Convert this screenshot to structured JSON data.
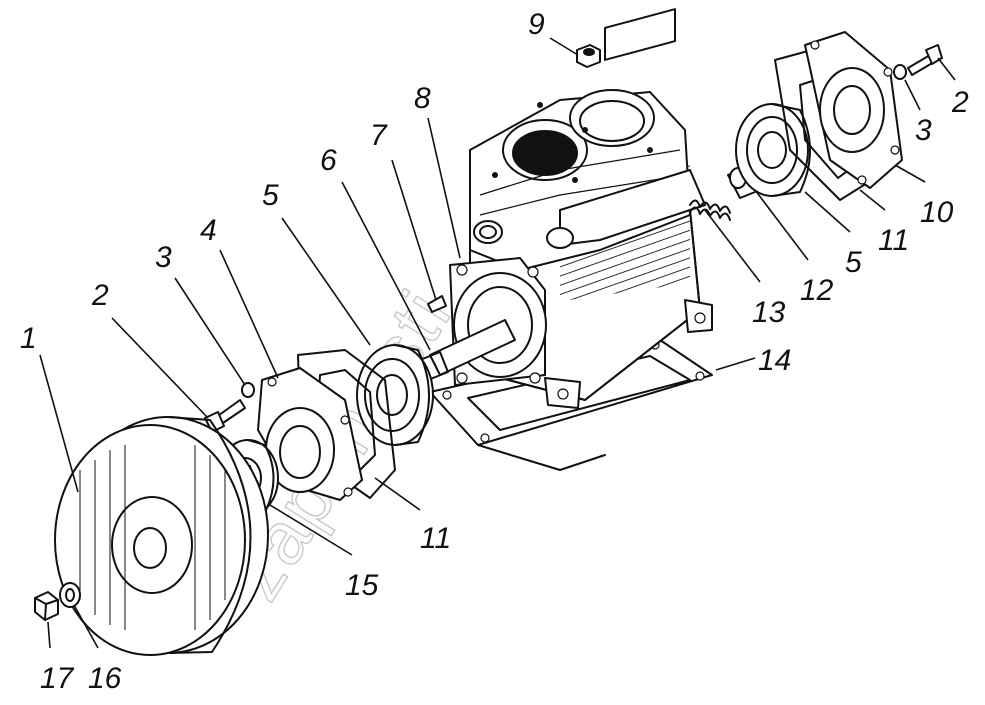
{
  "watermark": "zapchasti",
  "callouts": [
    {
      "id": "c1",
      "text": "1"
    },
    {
      "id": "c2a",
      "text": "2"
    },
    {
      "id": "c3a",
      "text": "3"
    },
    {
      "id": "c4",
      "text": "4"
    },
    {
      "id": "c5a",
      "text": "5"
    },
    {
      "id": "c6",
      "text": "6"
    },
    {
      "id": "c7",
      "text": "7"
    },
    {
      "id": "c8",
      "text": "8"
    },
    {
      "id": "c9",
      "text": "9"
    },
    {
      "id": "c2b",
      "text": "2"
    },
    {
      "id": "c3b",
      "text": "3"
    },
    {
      "id": "c10",
      "text": "10"
    },
    {
      "id": "c11b",
      "text": "11"
    },
    {
      "id": "c5b",
      "text": "5"
    },
    {
      "id": "c12",
      "text": "12"
    },
    {
      "id": "c13",
      "text": "13"
    },
    {
      "id": "c14",
      "text": "14"
    },
    {
      "id": "c11a",
      "text": "11"
    },
    {
      "id": "c15",
      "text": "15"
    },
    {
      "id": "c16",
      "text": "16"
    },
    {
      "id": "c17",
      "text": "17"
    }
  ]
}
